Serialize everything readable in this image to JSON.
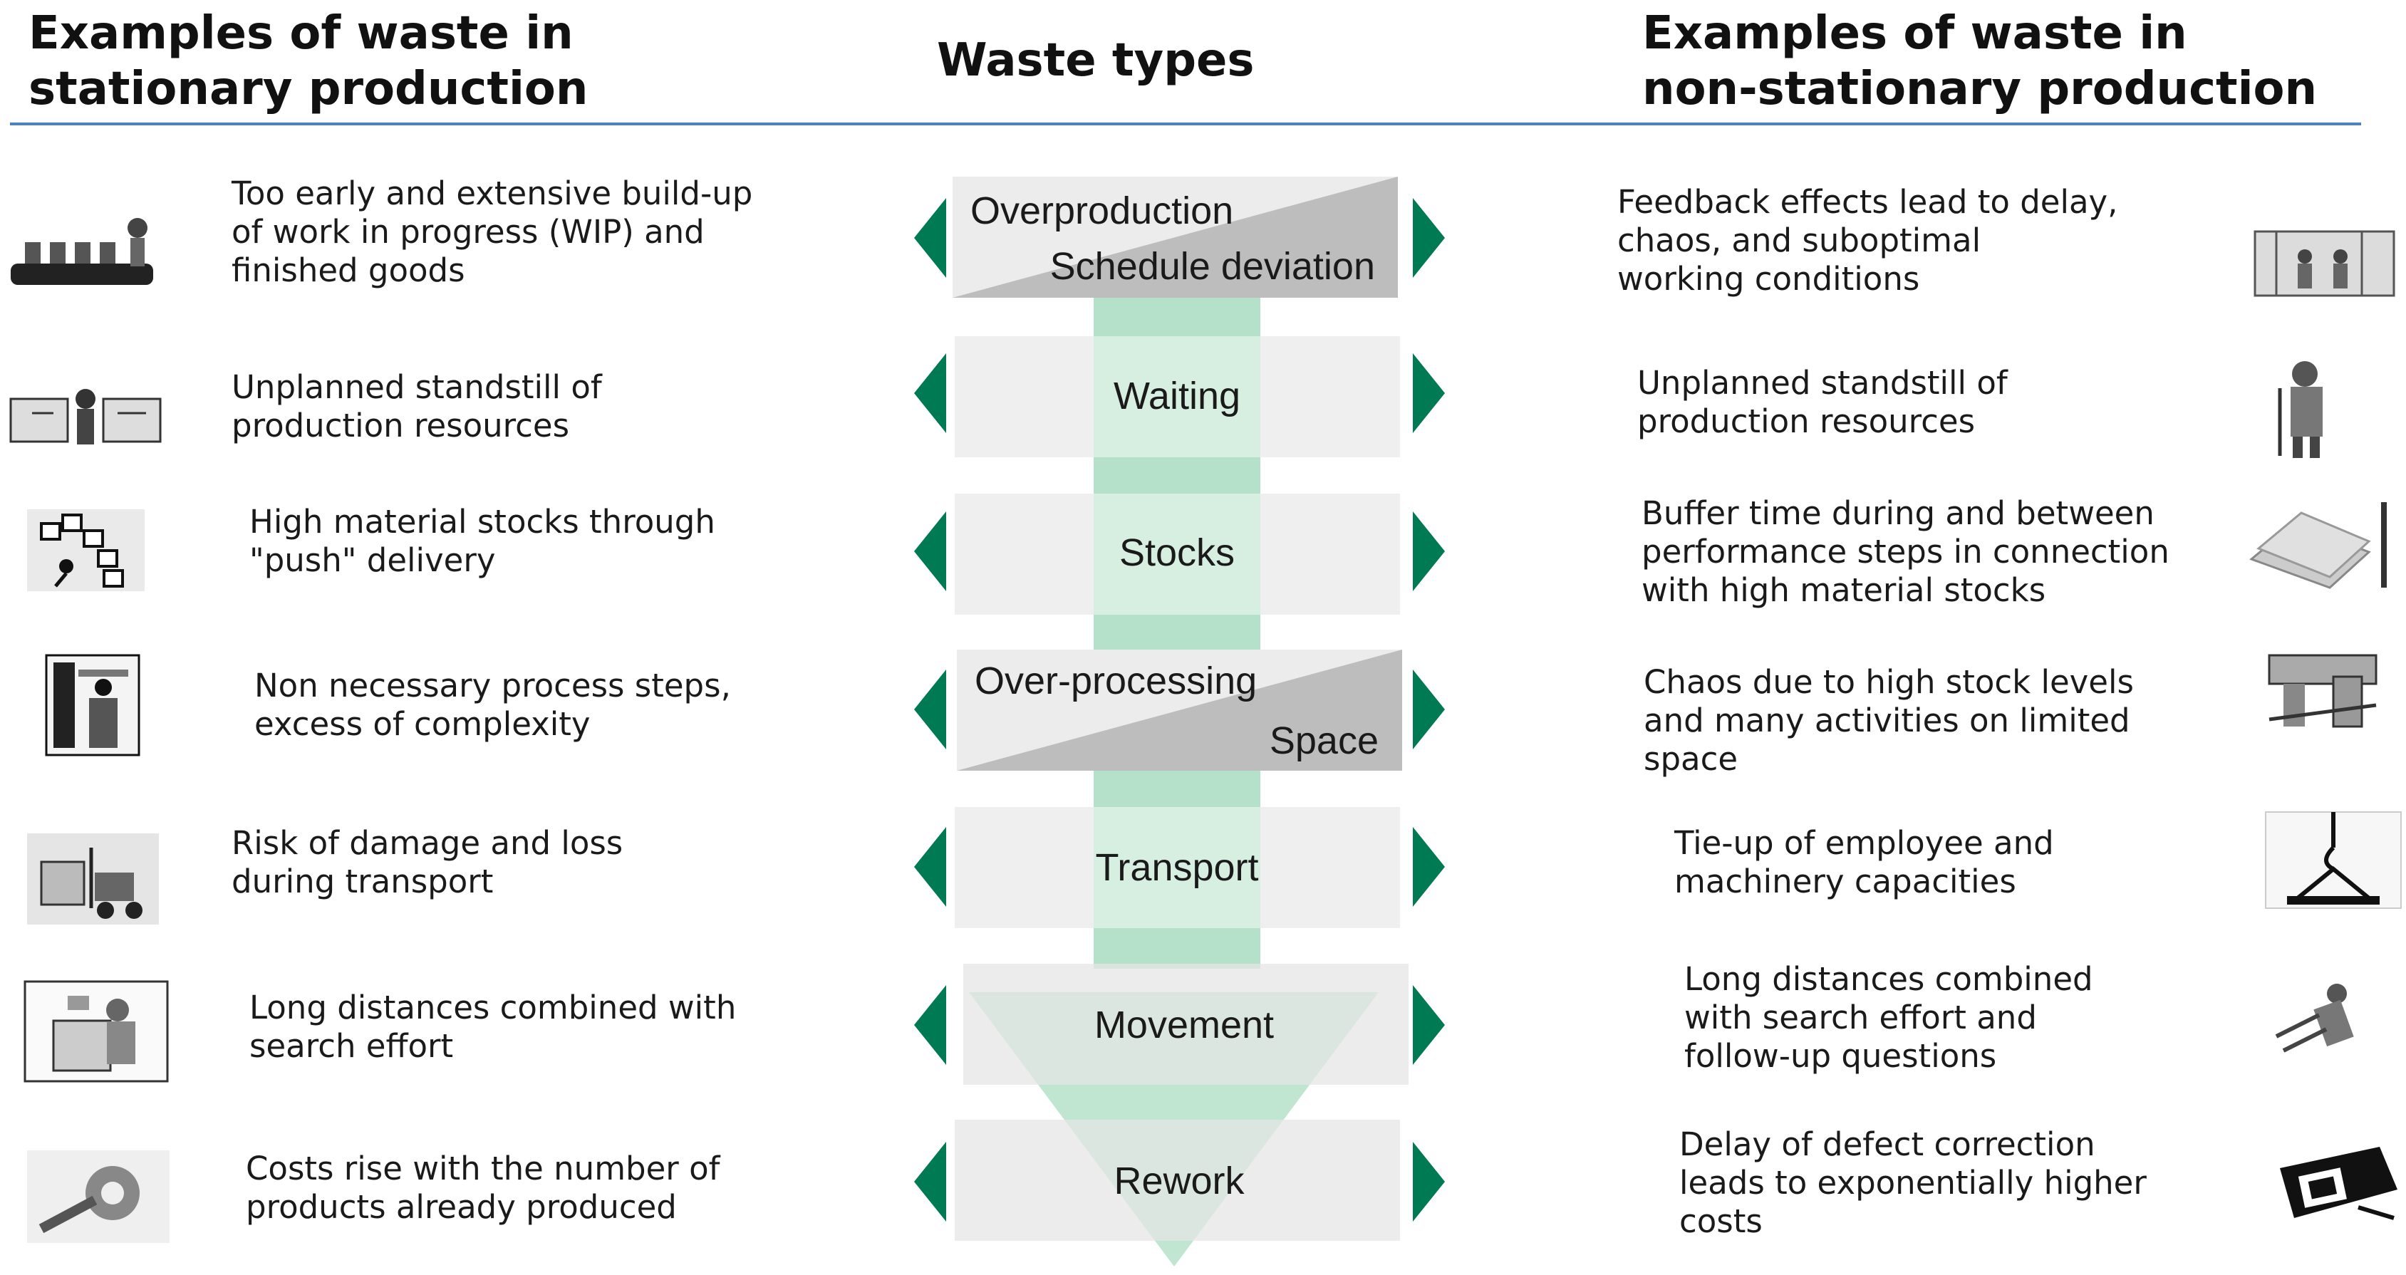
{
  "headers": {
    "left": "Examples of waste in\nstationary production",
    "center": "Waste types",
    "right": "Examples of waste in\nnon-stationary production"
  },
  "colors": {
    "rule": "#4f81bd",
    "arrow": "#007a53",
    "channel": "#b5e0c9",
    "box_light": "#ececec",
    "box_dark": "#bdbdbd"
  },
  "waste_types": [
    {
      "primary": "Overproduction",
      "secondary": "Schedule deviation",
      "style": "split"
    },
    {
      "primary": "Waiting",
      "style": "plain"
    },
    {
      "primary": "Stocks",
      "style": "plain"
    },
    {
      "primary": "Over-processing",
      "secondary": "Space",
      "style": "split"
    },
    {
      "primary": "Transport",
      "style": "plain"
    },
    {
      "primary": "Movement",
      "style": "plain"
    },
    {
      "primary": "Rework",
      "style": "plain"
    }
  ],
  "stationary": [
    {
      "text": "Too early and extensive build-up\nof work in progress (WIP) and\nfinished goods",
      "icon": "assembly-line-worker-icon"
    },
    {
      "text": "Unplanned standstill of\nproduction resources",
      "icon": "idle-worker-icon"
    },
    {
      "text": "High material stocks through\n\"push\" delivery",
      "icon": "stacked-boxes-icon"
    },
    {
      "text": "Non necessary process steps,\nexcess of complexity",
      "icon": "cluttered-office-icon"
    },
    {
      "text": "Risk of damage and loss\nduring transport",
      "icon": "forklift-icon"
    },
    {
      "text": "Long distances combined with\nsearch effort",
      "icon": "searching-boxes-icon"
    },
    {
      "text": "Costs rise with the number of\nproducts already produced",
      "icon": "wrench-gear-icon"
    }
  ],
  "non_stationary": [
    {
      "text": "Feedback effects lead to delay,\nchaos, and suboptimal\nworking conditions",
      "icon": "construction-crew-icon"
    },
    {
      "text": "Unplanned standstill of\nproduction resources",
      "icon": "construction-worker-icon"
    },
    {
      "text": "Buffer time during and between\nperformance steps in connection\nwith high material stocks",
      "icon": "lumber-stack-icon"
    },
    {
      "text": "Chaos due to high stock levels\nand many activities on limited\nspace",
      "icon": "steel-beams-icon"
    },
    {
      "text": "Tie-up of employee and\nmachinery capacities",
      "icon": "crane-hook-icon"
    },
    {
      "text": "Long distances combined\nwith search effort and\nfollow-up questions",
      "icon": "worker-walking-icon"
    },
    {
      "text": "Delay of defect correction\nleads to exponentially higher\ncosts",
      "icon": "toolbox-icon"
    }
  ]
}
